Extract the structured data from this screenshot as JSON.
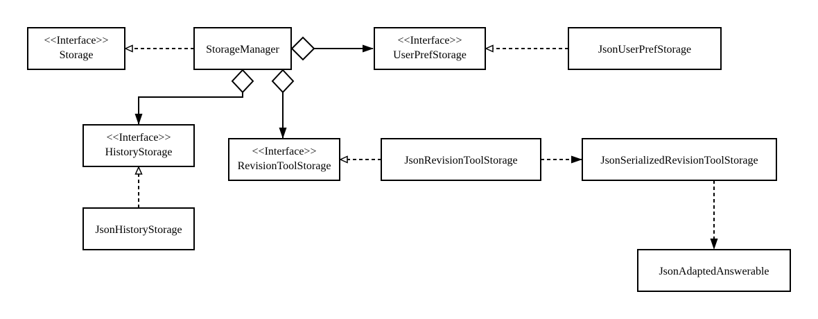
{
  "classes": {
    "storage": {
      "stereotype": "<<Interface>>",
      "name": "Storage"
    },
    "storage_manager": {
      "name": "StorageManager"
    },
    "user_pref_storage": {
      "stereotype": "<<Interface>>",
      "name": "UserPrefStorage"
    },
    "json_user_pref_storage": {
      "name": "JsonUserPrefStorage"
    },
    "history_storage": {
      "stereotype": "<<Interface>>",
      "name": "HistoryStorage"
    },
    "revision_tool_storage": {
      "stereotype": "<<Interface>>",
      "name": "RevisionToolStorage"
    },
    "json_revision_tool_storage": {
      "name": "JsonRevisionToolStorage"
    },
    "json_serialized_revision_tool_storage": {
      "name": "JsonSerializedRevisionToolStorage"
    },
    "json_history_storage": {
      "name": "JsonHistoryStorage"
    },
    "json_adapted_answerable": {
      "name": "JsonAdaptedAnswerable"
    }
  },
  "relationships": [
    {
      "from": "StorageManager",
      "to": "Storage",
      "kind": "realization"
    },
    {
      "from": "StorageManager",
      "to": "UserPrefStorage",
      "kind": "aggregation"
    },
    {
      "from": "JsonUserPrefStorage",
      "to": "UserPrefStorage",
      "kind": "realization"
    },
    {
      "from": "StorageManager",
      "to": "HistoryStorage",
      "kind": "aggregation"
    },
    {
      "from": "StorageManager",
      "to": "RevisionToolStorage",
      "kind": "aggregation"
    },
    {
      "from": "JsonHistoryStorage",
      "to": "HistoryStorage",
      "kind": "realization"
    },
    {
      "from": "JsonRevisionToolStorage",
      "to": "RevisionToolStorage",
      "kind": "realization"
    },
    {
      "from": "JsonRevisionToolStorage",
      "to": "JsonSerializedRevisionToolStorage",
      "kind": "dependency"
    },
    {
      "from": "JsonSerializedRevisionToolStorage",
      "to": "JsonAdaptedAnswerable",
      "kind": "dependency"
    }
  ]
}
